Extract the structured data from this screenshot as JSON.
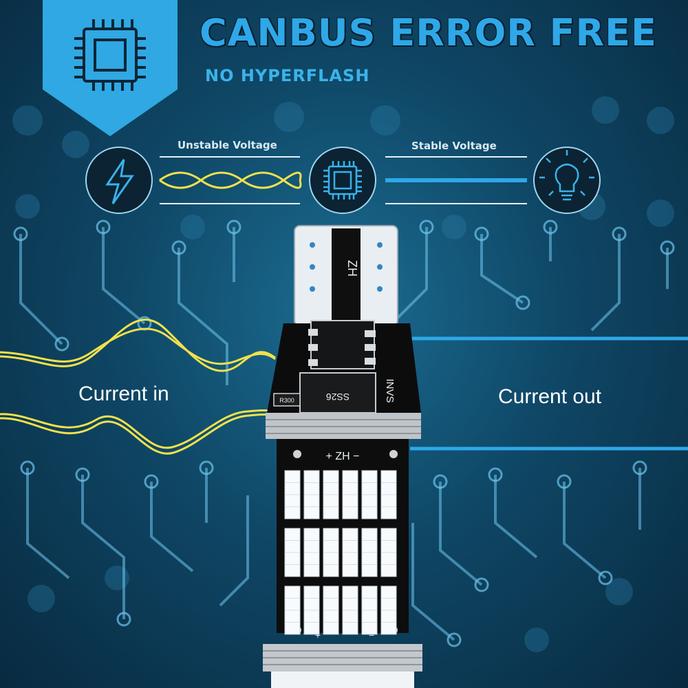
{
  "header": {
    "title": "CANBUS ERROR FREE",
    "subtitle": "NO HYPERFLASH"
  },
  "flow": {
    "unstable_label": "Unstable Voltage",
    "stable_label": "Stable Voltage",
    "icons": [
      "lightning-icon",
      "chip-icon",
      "bulb-icon"
    ]
  },
  "bulb": {
    "marking_top": "ZH",
    "marking_chip": "INVS",
    "marking_diode": "SS26",
    "marking_resistor": "R300",
    "polarity_top": "+ ZH −",
    "polarity_bottom_plus": "+",
    "polarity_bottom_minus": "−"
  },
  "labels": {
    "current_in": "Current in",
    "current_out": "Current out"
  },
  "colors": {
    "accent_blue": "#2ea8e8",
    "wave_yellow": "#f2e14a",
    "background_dark": "#0a2f45"
  }
}
